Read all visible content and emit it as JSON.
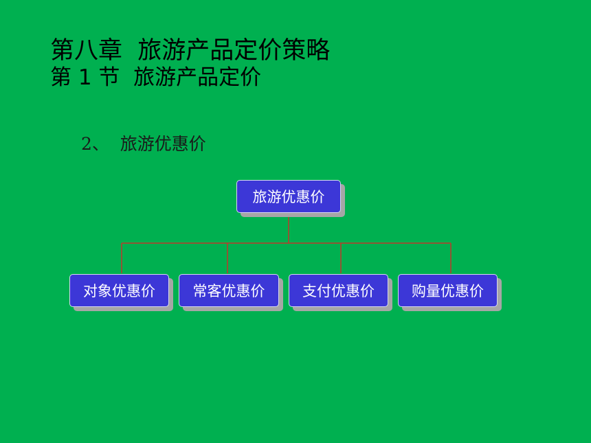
{
  "slide": {
    "chapter_title": "第八章  旅游产品定价策略",
    "section_title": "第 1 节  旅游产品定价",
    "subtitle": "2、  旅游优惠价"
  },
  "diagram": {
    "root": {
      "label": "旅游优惠价"
    },
    "children": [
      {
        "label": "对象优惠价"
      },
      {
        "label": "常客优惠价"
      },
      {
        "label": "支付优惠价"
      },
      {
        "label": "购量优惠价"
      }
    ],
    "colors": {
      "background": "#00b050",
      "node_fill": "#3c37d7",
      "node_border": "#d8d8f0",
      "node_shadow": "#a6a6a6",
      "connector": "#c0392b"
    }
  }
}
